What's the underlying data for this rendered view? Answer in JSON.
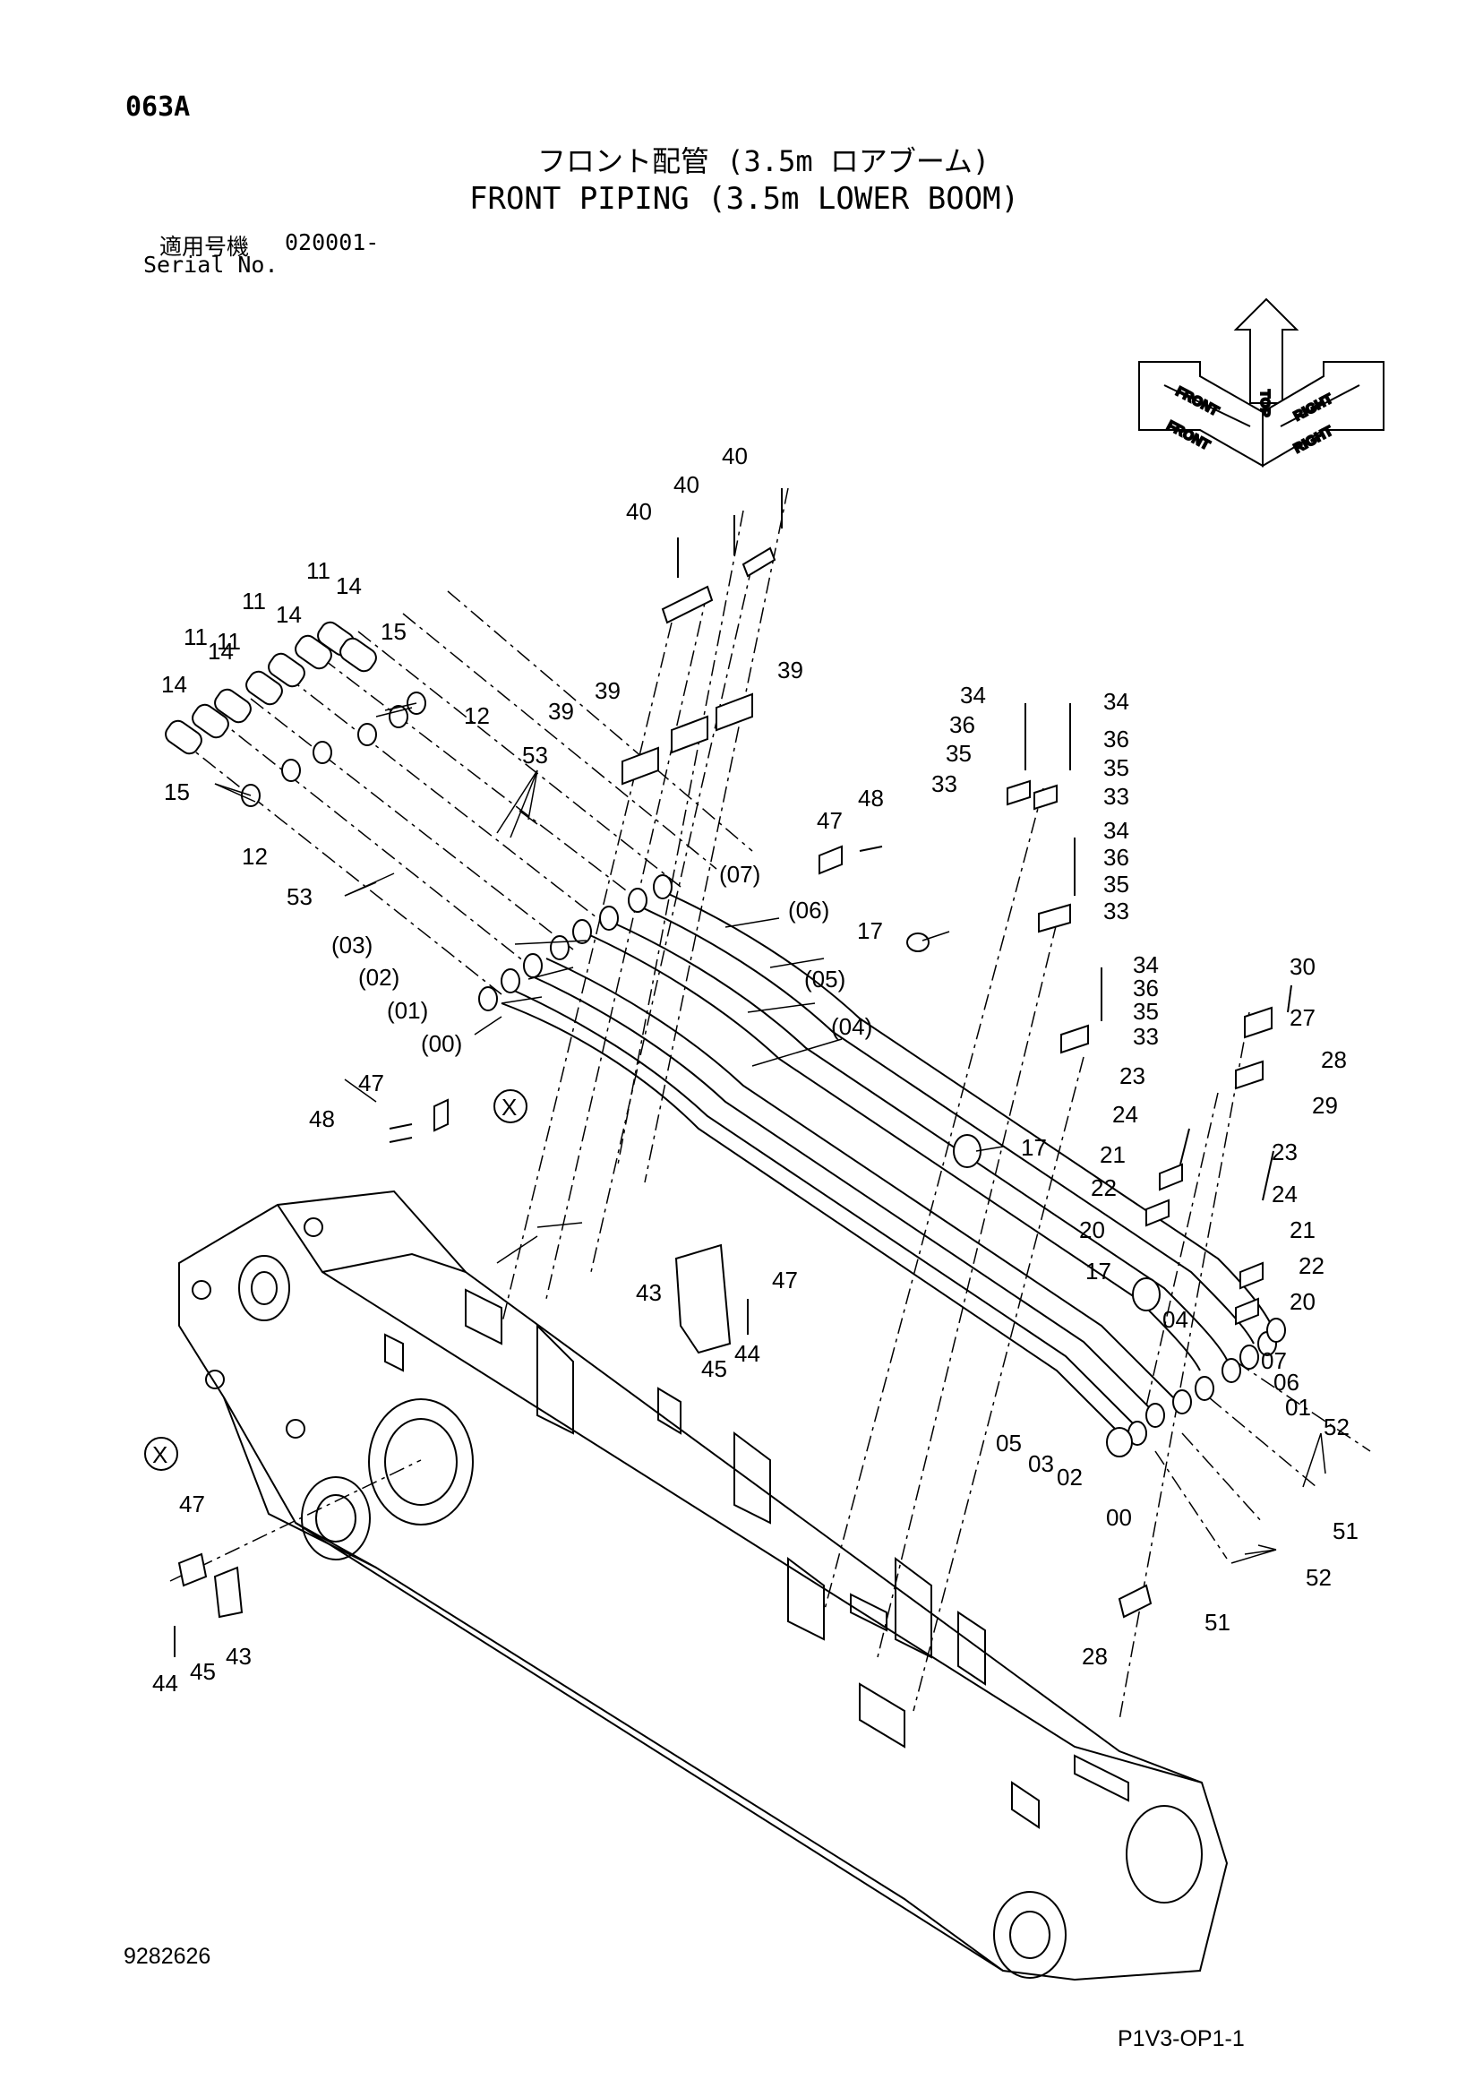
{
  "header": {
    "page_code": "063A",
    "title_ja": "フロント配管 (3.5m ロアブーム)",
    "title_en": "FRONT PIPING (3.5m LOWER BOOM)",
    "serial_label_ja": "適用号機",
    "serial_label_en": "Serial No.",
    "serial_number": "020001-"
  },
  "orientation": {
    "labels": [
      "TOP",
      "FRONT",
      "RIGHT"
    ]
  },
  "detail_marker": "X",
  "callouts": [
    "00",
    "01",
    "02",
    "03",
    "04",
    "05",
    "06",
    "07",
    "11",
    "12",
    "14",
    "15",
    "17",
    "20",
    "21",
    "22",
    "23",
    "24",
    "27",
    "28",
    "29",
    "30",
    "33",
    "34",
    "35",
    "36",
    "39",
    "40",
    "43",
    "44",
    "45",
    "47",
    "48",
    "51",
    "52",
    "53"
  ],
  "callout_labels": [
    "40",
    "40",
    "40",
    "11",
    "14",
    "11",
    "14",
    "11",
    "14",
    "11",
    "14",
    "15",
    "12",
    "15",
    "12",
    "53",
    "53",
    "39",
    "39",
    "39",
    "34",
    "34",
    "36",
    "36",
    "35",
    "35",
    "33",
    "33",
    "34",
    "36",
    "35",
    "33",
    "34",
    "36",
    "35",
    "33",
    "48",
    "47",
    "(07)",
    "(06)",
    "(05)",
    "(04)",
    "(03)",
    "(02)",
    "(01)",
    "(00)",
    "17",
    "30",
    "27",
    "28",
    "29",
    "23",
    "24",
    "17",
    "21",
    "22",
    "20",
    "23",
    "24",
    "21",
    "22",
    "20",
    "17",
    "04",
    "07",
    "06",
    "01",
    "05",
    "03",
    "02",
    "00",
    "52",
    "51",
    "52",
    "51",
    "47",
    "43",
    "45",
    "44",
    "47",
    "48",
    "47",
    "43",
    "44",
    "45",
    "28"
  ],
  "footer": {
    "drawing_number": "9282626",
    "sheet_code": "P1V3-OP1-1"
  }
}
